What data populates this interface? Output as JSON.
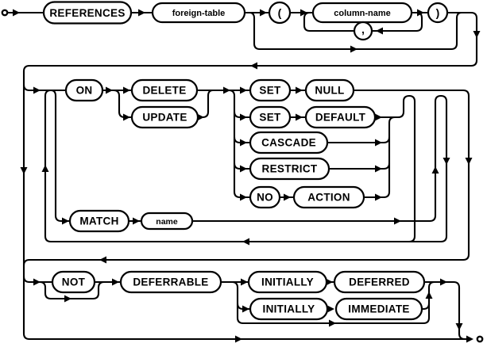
{
  "diagram": {
    "kind": "railroad-syntax-diagram",
    "colors": {
      "line": "#000000",
      "background": "#ffffff",
      "text": "#000000"
    },
    "nodes": {
      "references": "REFERENCES",
      "foreign_table": "foreign-table",
      "paren_open": "(",
      "column_name": "column-name",
      "paren_close": ")",
      "comma": ",",
      "on": "ON",
      "delete_kw": "DELETE",
      "update_kw": "UPDATE",
      "set1": "SET",
      "null_kw": "NULL",
      "set2": "SET",
      "default_kw": "DEFAULT",
      "cascade": "CASCADE",
      "restrict": "RESTRICT",
      "no_kw": "NO",
      "action_kw": "ACTION",
      "match": "MATCH",
      "name_nt": "name",
      "not_kw": "NOT",
      "deferrable": "DEFERRABLE",
      "initially1": "INITIALLY",
      "deferred": "DEFERRED",
      "initially2": "INITIALLY",
      "immediate": "IMMEDIATE"
    }
  }
}
